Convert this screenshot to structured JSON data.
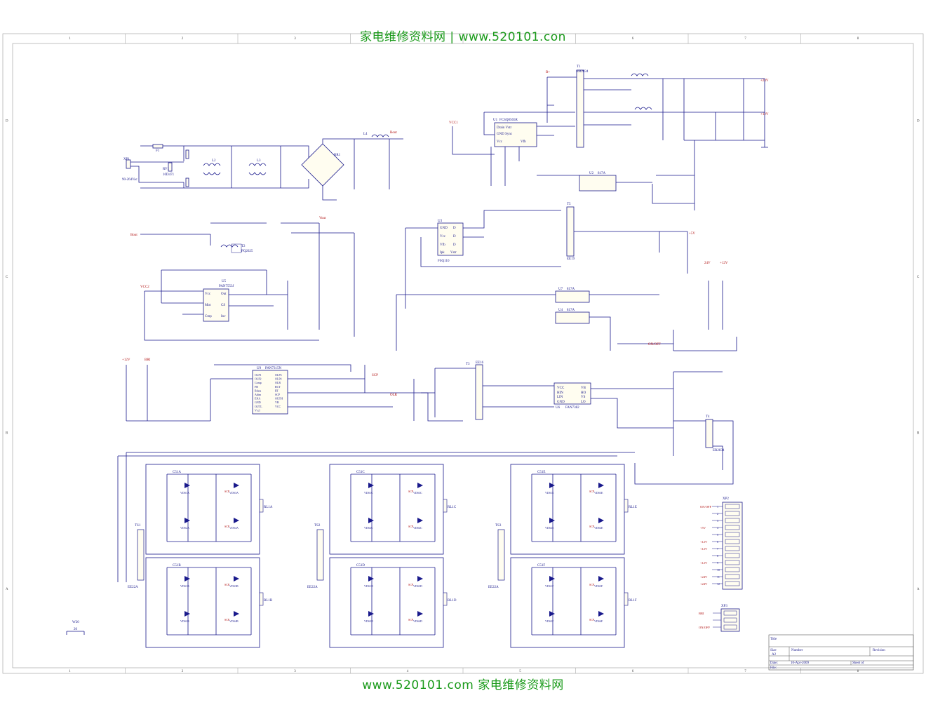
{
  "banners": {
    "top": "家电维修资料网 | www.520101.con",
    "bottom": "www.520101.com 家电维修资料网"
  },
  "border": {
    "columns": [
      "1",
      "2",
      "3",
      "4",
      "5",
      "6",
      "7",
      "8"
    ],
    "rows": [
      "D",
      "C",
      "B",
      "A"
    ]
  },
  "input": {
    "connector": "XP1",
    "voltage": "90-264Vac",
    "fuse": "F1",
    "varistor": "RV1",
    "varistor_part": "10D471",
    "inductors": [
      "L2",
      "L3"
    ],
    "bridge": "BR1"
  },
  "labels": {
    "bout": "Bout",
    "vout": "Vout",
    "vcc1": "VCC1",
    "vcc2": "VCC2",
    "v24": "+24V",
    "v12": "+12V",
    "v5": "+5V",
    "v12b": "+12V",
    "v24b": "24V",
    "on_off": "ON/OFF",
    "bri": "BRI",
    "scp": "SCP",
    "olr": "OLR"
  },
  "chips": {
    "u1": {
      "name": "U1",
      "part": "FCSQ0565R",
      "pins": [
        "Drain Vstr",
        "GND Sync",
        "Vcc",
        "Vfb"
      ]
    },
    "u3": {
      "name": "U3",
      "part": "FSQ110",
      "pins": [
        "GND",
        "Vcc",
        "Vfb",
        "Ipk",
        "D",
        "D",
        "D",
        "Vstr"
      ]
    },
    "u5": {
      "name": "U5",
      "part": "PAN7553J",
      "pins": [
        "Vcc",
        "Mot",
        "Cmp",
        "Out",
        "CS",
        "Inv"
      ]
    },
    "u9": {
      "name": "U9",
      "part": "PAN7315N",
      "pins": [
        "OLP1",
        "OLP2",
        "Comp",
        "FB",
        "Rdata",
        "Adim",
        "ENA",
        "GND",
        "OUTL",
        "Vccl",
        "OLP3",
        "OLP4",
        "OLR",
        "RCT",
        "RT",
        "SCP",
        "OUTH",
        "VB",
        "VCC"
      ]
    },
    "u6": {
      "name": "U6",
      "part": "FAN7382",
      "pins": [
        "VCC",
        "HIN",
        "LIN",
        "GND",
        "VB",
        "HO",
        "VS",
        "LO"
      ]
    },
    "u2": {
      "name": "U2",
      "part": "817A"
    },
    "u7": {
      "name": "U7",
      "part": "817A"
    },
    "u4": {
      "name": "U4",
      "part": "817A"
    }
  },
  "transformers": {
    "t1": {
      "name": "T1",
      "part": "ER2834"
    },
    "t2": {
      "name": "T2",
      "part": "PQ2625"
    },
    "t3": {
      "name": "T3",
      "part": "EE16"
    },
    "t4": {
      "name": "T4",
      "part": "ER2834"
    },
    "t5": {
      "name": "T5",
      "part": "EE19"
    },
    "ts1": {
      "name": "TS1",
      "part": "EE22A"
    },
    "ts2": {
      "name": "TS2",
      "part": "EE22A"
    },
    "ts3": {
      "name": "TS3",
      "part": "EE22A"
    }
  },
  "inverter_blocks": [
    {
      "cap": "C51A",
      "load": "RL1A",
      "diodes": [
        "VDS1A",
        "VDS2A",
        "VDS3A",
        "VDS4A"
      ]
    },
    {
      "cap": "C51B",
      "load": "RL1B",
      "diodes": [
        "VDS1B",
        "VDS2B",
        "VDS3B",
        "VDS4B"
      ]
    },
    {
      "cap": "C51C",
      "load": "RL1C",
      "diodes": [
        "VDS1C",
        "VDS2C",
        "VDS3C",
        "VDS4C"
      ]
    },
    {
      "cap": "C51D",
      "load": "RL1D",
      "diodes": [
        "VDS1D",
        "VDS2D",
        "VDS3D",
        "VDS4D"
      ]
    },
    {
      "cap": "C51E",
      "load": "RL1E",
      "diodes": [
        "VDS1E",
        "VDS2E",
        "VDS3E",
        "VDS4E"
      ]
    },
    {
      "cap": "C51F",
      "load": "RL1F",
      "diodes": [
        "VDS1F",
        "VDS2F",
        "VDS3F",
        "VDS4F"
      ]
    }
  ],
  "connectors": {
    "xp2": {
      "name": "XP2",
      "pins": [
        {
          "n": "1",
          "label": "ON/OFF"
        },
        {
          "n": "2",
          "label": ""
        },
        {
          "n": "3",
          "label": ""
        },
        {
          "n": "4",
          "label": "+5V"
        },
        {
          "n": "5",
          "label": ""
        },
        {
          "n": "6",
          "label": "+12V"
        },
        {
          "n": "7",
          "label": "+12V"
        },
        {
          "n": "8",
          "label": ""
        },
        {
          "n": "9",
          "label": "+12V"
        },
        {
          "n": "10",
          "label": ""
        },
        {
          "n": "11",
          "label": "+24V"
        },
        {
          "n": "12",
          "label": "+24V"
        }
      ]
    },
    "xp3": {
      "name": "XP3",
      "pins": [
        {
          "n": "1",
          "label": "BRI"
        },
        {
          "n": "2",
          "label": ""
        },
        {
          "n": "3",
          "label": "ON/OFF"
        }
      ]
    }
  },
  "title_block": {
    "title_label": "Title",
    "size_label": "Size",
    "size": "A2",
    "number_label": "Number",
    "revision_label": "Revision",
    "date_label": "Date:",
    "date": "10-Apr-2009",
    "sheet_label": "Sheet of",
    "file_label": "File:"
  },
  "misc_labels": {
    "w20": "W20",
    "w20_val": "20"
  }
}
